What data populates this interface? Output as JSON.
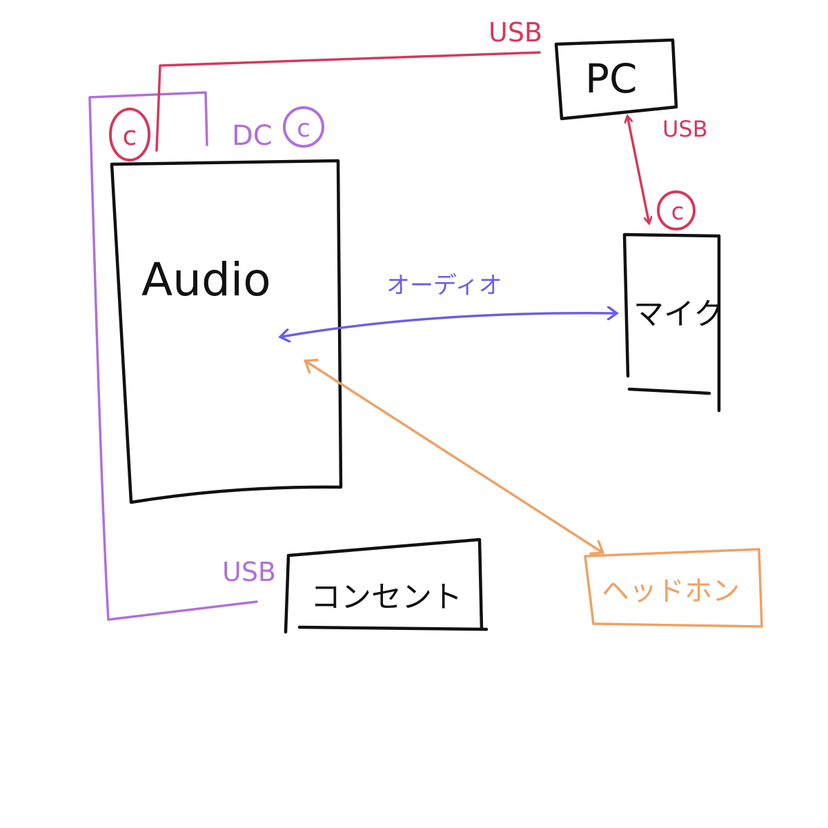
{
  "colors": {
    "ink": "#111111",
    "usb_red": "#d6385a",
    "dc_purple": "#b06fdb",
    "audio_blue": "#6b5fe6",
    "headphone_orange": "#f0a062"
  },
  "nodes": {
    "audio": {
      "label": "Audio"
    },
    "pc": {
      "label": "PC"
    },
    "mic": {
      "label": "マイク"
    },
    "outlet": {
      "label": "コンセント"
    },
    "headphones": {
      "label": "ヘッドホン"
    }
  },
  "connectors": {
    "audio_usb_c": "c",
    "audio_dc_prefix": "DC",
    "audio_dc_c": "c",
    "mic_usb_c": "c"
  },
  "edges": {
    "pc_audio_usb": "USB",
    "pc_mic_usb": "USB",
    "outlet_usb": "USB",
    "audio_link": "オーディオ"
  }
}
